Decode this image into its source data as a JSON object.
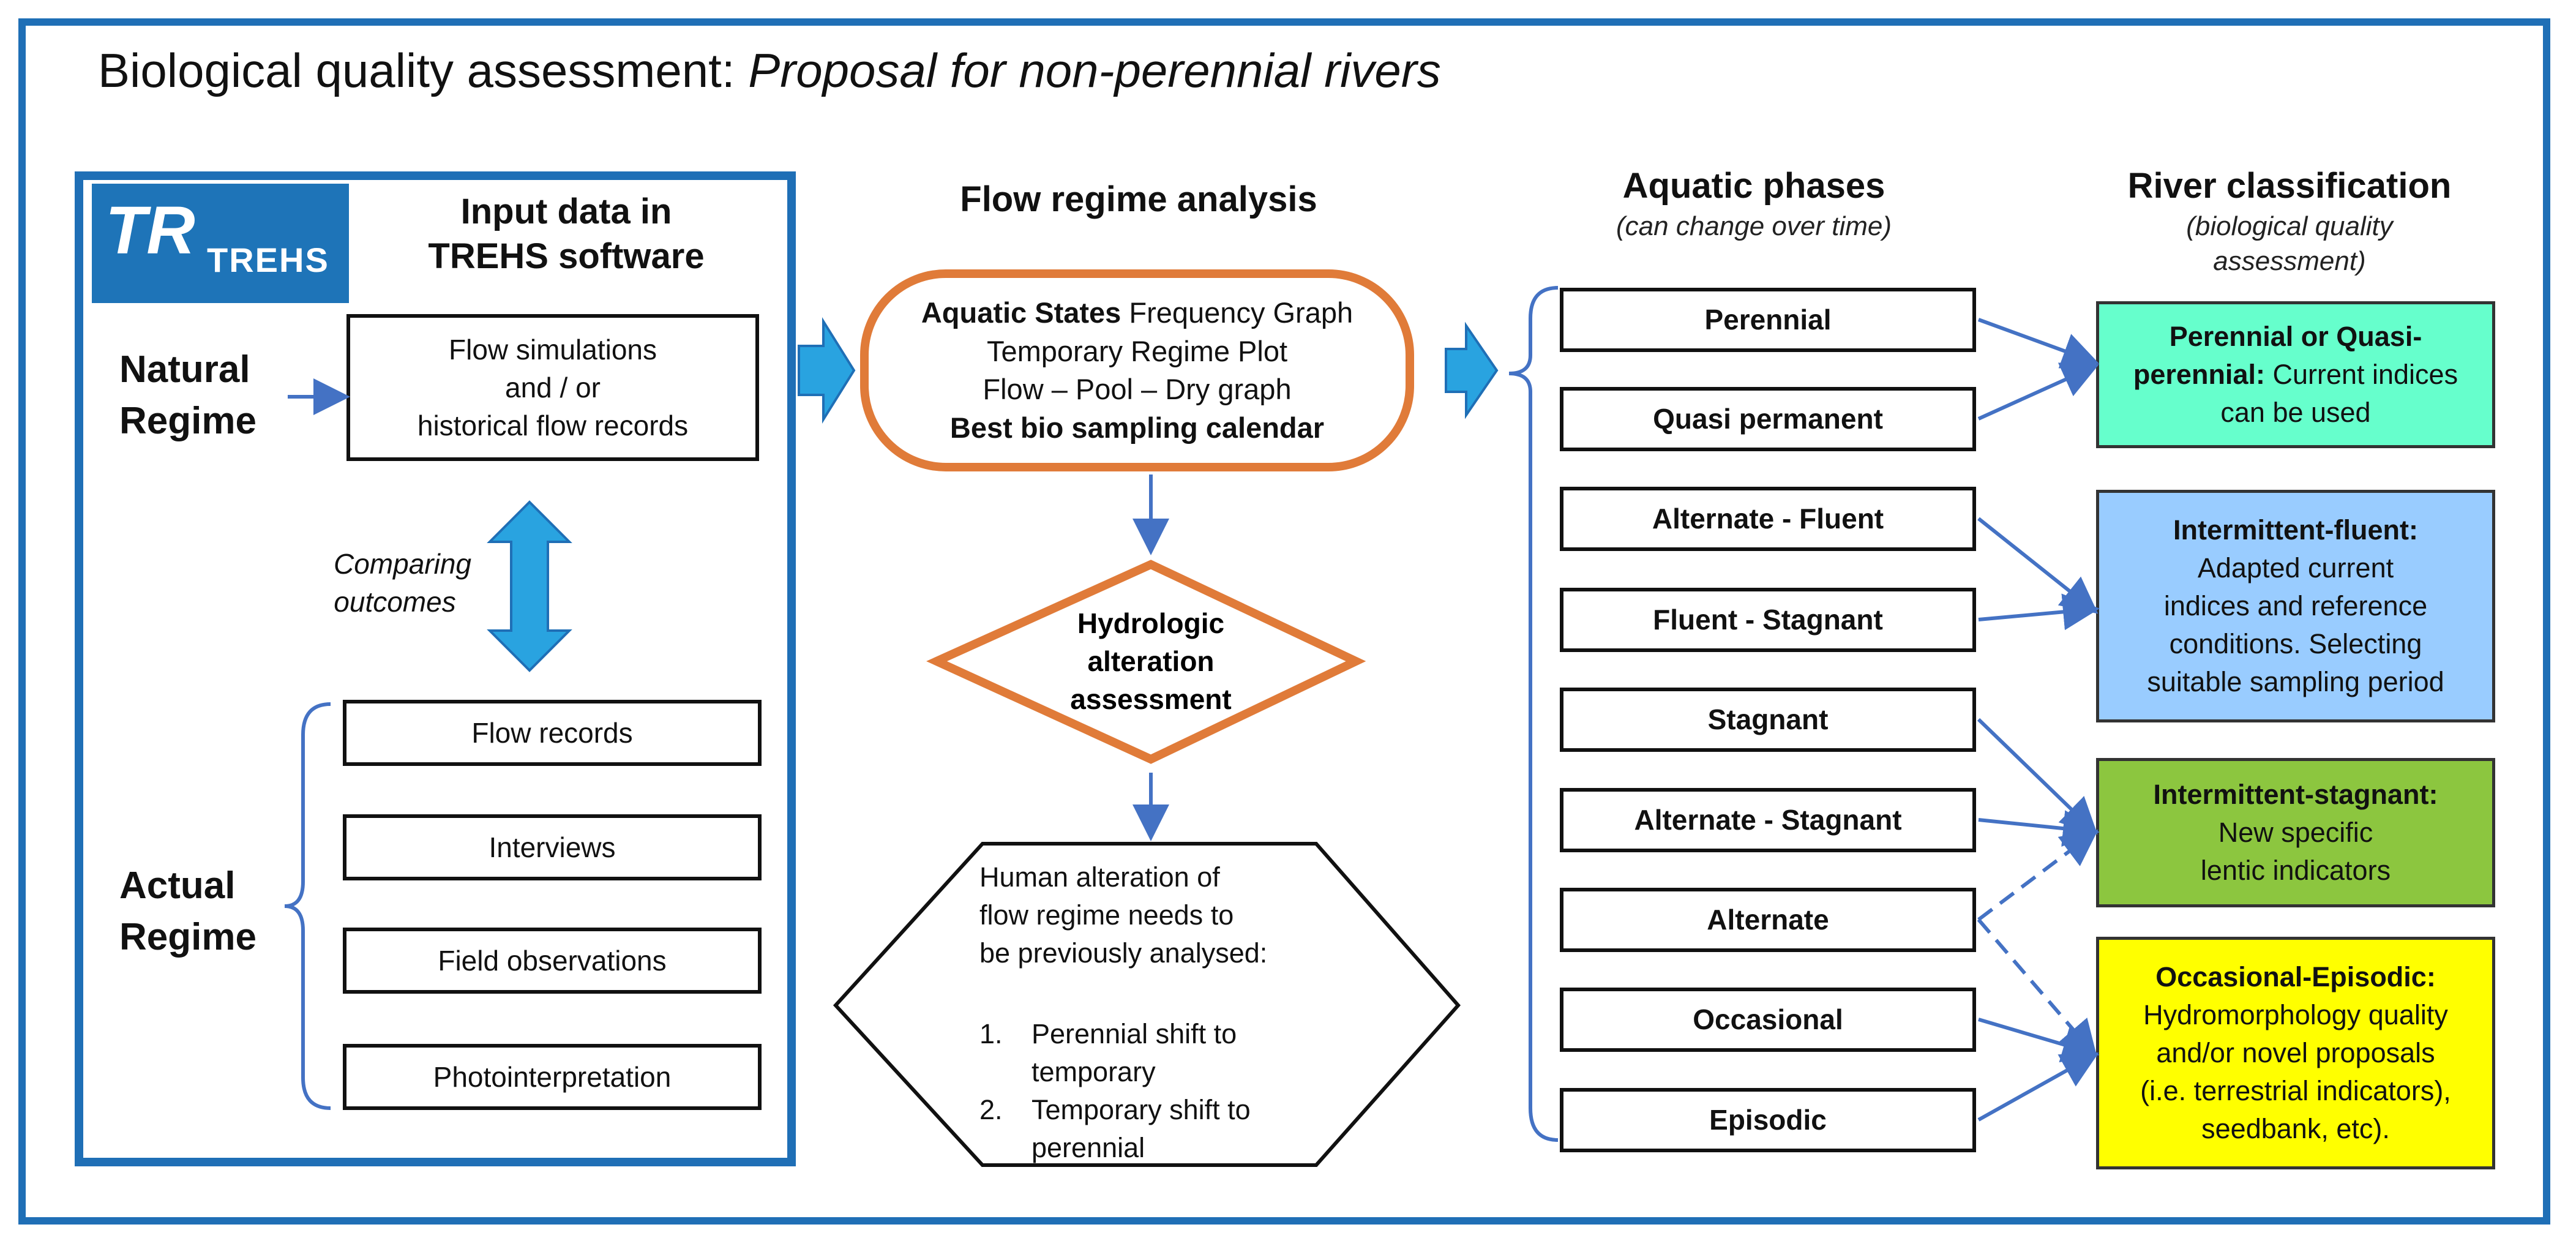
{
  "title": {
    "prefix": "Biological quality assessment: ",
    "emphasis": "Proposal for non-perennial rivers"
  },
  "logo": {
    "text": "TREHS",
    "mark": "TR"
  },
  "input_panel": {
    "heading_line1": "Input data in",
    "heading_line2": "TREHS software",
    "natural_regime": {
      "line1": "Natural",
      "line2": "Regime"
    },
    "simulation_box": {
      "line1": "Flow simulations",
      "line2": "and / or",
      "line3": "historical flow records"
    },
    "comparing": {
      "line1": "Comparing",
      "line2": "outcomes"
    },
    "actual_regime": {
      "line1": "Actual",
      "line2": "Regime"
    },
    "actual_sources": [
      "Flow records",
      "Interviews",
      "Field observations",
      "Photointerpretation"
    ]
  },
  "flow_analysis": {
    "heading": "Flow regime analysis",
    "oval": {
      "line1_bold": "Aquatic States",
      "line1_rest": " Frequency Graph",
      "line2": "Temporary Regime Plot",
      "line3": "Flow – Pool – Dry graph",
      "line4_bold": "Best bio sampling calendar"
    },
    "diamond": {
      "line1": "Hydrologic",
      "line2": "alteration",
      "line3": "assessment"
    },
    "hexagon": {
      "intro1": "Human alteration of",
      "intro2": "flow regime needs to",
      "intro3": "be previously analysed:",
      "item1_num": "1.",
      "item1_line1": "Perennial shift to",
      "item1_line2": "temporary",
      "item2_num": "2.",
      "item2_line1": "Temporary shift to",
      "item2_line2": "perennial"
    }
  },
  "aquatic_phases": {
    "heading": "Aquatic phases",
    "subheading": "(can change over time)",
    "phases": [
      "Perennial",
      "Quasi permanent",
      "Alternate - Fluent",
      "Fluent - Stagnant",
      "Stagnant",
      "Alternate - Stagnant",
      "Alternate",
      "Occasional",
      "Episodic"
    ]
  },
  "river_classification": {
    "heading": "River classification",
    "sub1": "(biological quality",
    "sub2": "assessment)",
    "classes": [
      {
        "title1": "Perennial or Quasi-",
        "title2": "perennial:",
        "desc1": " Current indices",
        "desc2": "can be used",
        "color": "#66ffcc"
      },
      {
        "title1": "Intermittent-fluent:",
        "desc1": "Adapted current",
        "desc2": "indices and reference",
        "desc3": "conditions. Selecting",
        "desc4": "suitable sampling period",
        "color": "#99ccff"
      },
      {
        "title1": "Intermittent-stagnant:",
        "desc1": "New specific",
        "desc2": "lentic indicators",
        "color": "#8cc63f"
      },
      {
        "title1": "Occasional-Episodic:",
        "desc1": "Hydromorphology quality",
        "desc2": "and/or novel proposals",
        "desc3": "(i.e. terrestrial indicators),",
        "desc4": "seedbank, etc).",
        "color": "#ffff00"
      }
    ]
  },
  "colors": {
    "frame": "#1f6fb6",
    "arrow": "#4472c4",
    "big_arrow": "#29a3e0",
    "orange": "#e07b39"
  }
}
